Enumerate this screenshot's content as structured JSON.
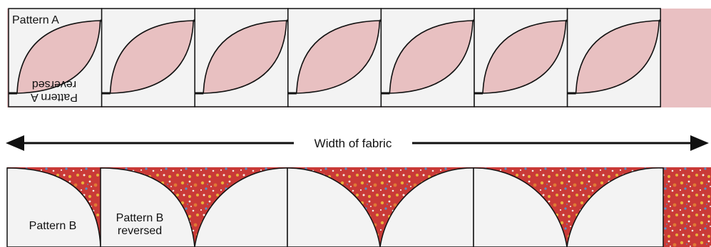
{
  "colors": {
    "fabric_pink": "#e9c0c2",
    "petal_pink": "#e8c0c1",
    "cell_bg": "#f3f3f3",
    "outline": "#111111",
    "floral_red": "#c93a37",
    "floral_yellow": "#e7b13b",
    "floral_white": "#f5ece6",
    "floral_blue": "#5b8fc4",
    "floral_orange": "#df7a34"
  },
  "top_strip": {
    "pattern_a_label": "Pattern A",
    "pattern_a_reversed_line1": "Pattern A",
    "pattern_a_reversed_line2": "reversed"
  },
  "arrow": {
    "label": "Width of fabric"
  },
  "bottom_strip": {
    "pattern_b_label": "Pattern B",
    "pattern_b_reversed_line1": "Pattern B",
    "pattern_b_reversed_line2": "reversed"
  },
  "icons": {
    "arrow_left": "arrow-left-icon",
    "arrow_right": "arrow-right-icon"
  }
}
